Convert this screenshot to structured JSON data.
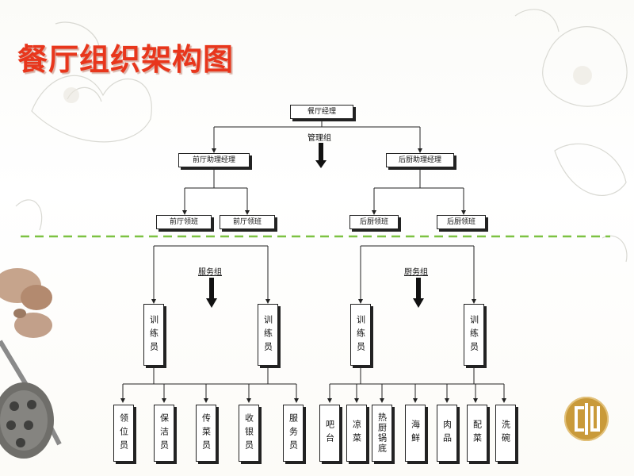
{
  "title": "餐厅组织架构图",
  "colors": {
    "title": "#e8361c",
    "divider": "#7cc242",
    "logo": "#c99a3a"
  },
  "chart": {
    "root": "餐厅经理",
    "management_label": "管理组",
    "front_assistant": "前厅助理经理",
    "kitchen_assistant": "后厨助理经理",
    "front_leads": [
      "前厅领班",
      "前厅领班"
    ],
    "kitchen_leads": [
      "后厨领班",
      "后厨领班"
    ],
    "service_label": "服务组",
    "kitchen_label": "厨务组",
    "trainees": [
      "训练员",
      "训练员",
      "训练员",
      "训练员"
    ],
    "service_staff": [
      "领位员",
      "保洁员",
      "传菜员",
      "收银员",
      "服务员"
    ],
    "kitchen_staff": [
      "吧台",
      "凉菜",
      "热厨锅底",
      "海鲜",
      "肉品",
      "配菜",
      "洗碗"
    ]
  }
}
